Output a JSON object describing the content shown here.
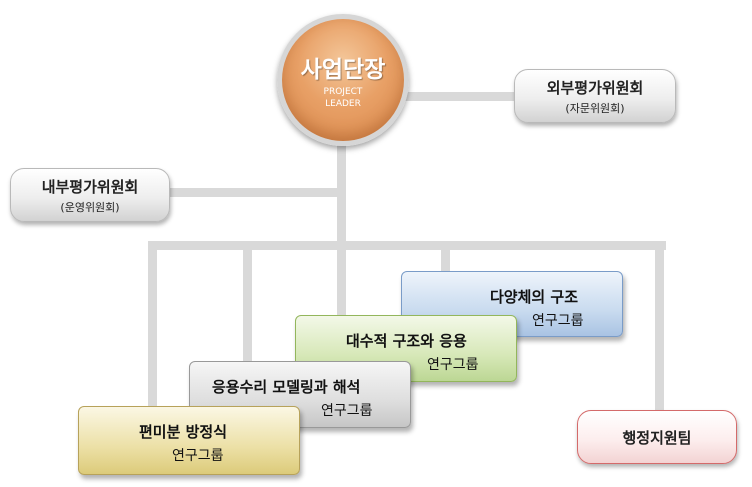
{
  "leader": {
    "title": "사업단장",
    "subtitle_line1": "PROJECT",
    "subtitle_line2": "LEADER"
  },
  "external_committee": {
    "title": "외부평가위원회",
    "subtitle": "(자문위원회)"
  },
  "internal_committee": {
    "title": "내부평가위원회",
    "subtitle": "(운영위원회)"
  },
  "groups": [
    {
      "title": "다양체의 구조",
      "subtitle": "연구그룹"
    },
    {
      "title": "대수적 구조와 응용",
      "subtitle": "연구그룹"
    },
    {
      "title": "응용수리 모델링과 해석",
      "subtitle": "연구그룹"
    },
    {
      "title": "편미분 방정식",
      "subtitle": "연구그룹"
    }
  ],
  "admin_team": {
    "title": "행정지원팀"
  },
  "colors": {
    "leader": "#e8a066",
    "group_structure": "#c9dbef",
    "group_algebra": "#d7e8b8",
    "group_modeling": "#dedede",
    "group_pde": "#ece0a6",
    "admin_border": "#d46a6a",
    "connector": "#d9d9d9"
  }
}
